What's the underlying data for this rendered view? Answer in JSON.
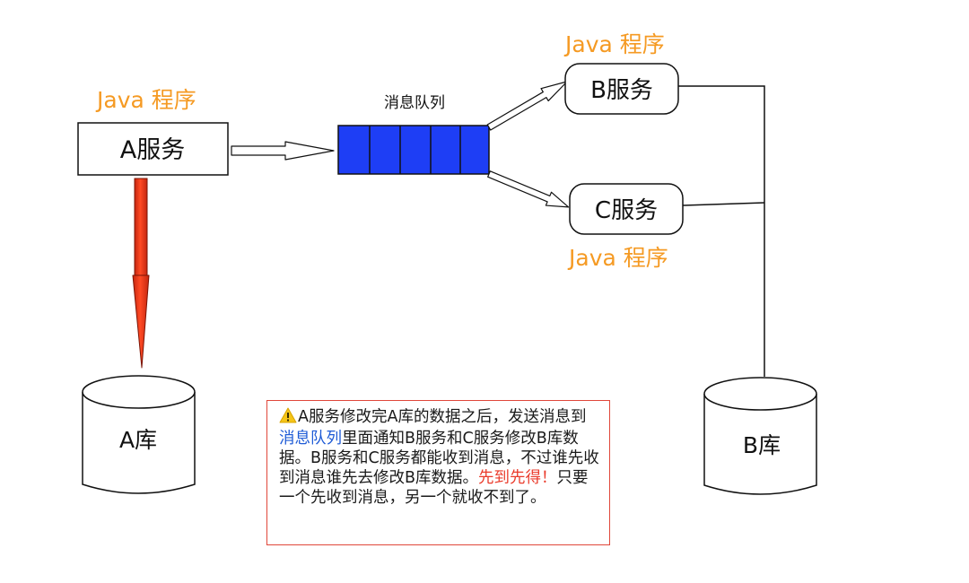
{
  "labels": {
    "java_a": "Java 程序",
    "java_b": "Java 程序",
    "java_c": "Java 程序",
    "service_a": "A服务",
    "service_b": "B服务",
    "service_c": "C服务",
    "queue_title": "消息队列",
    "db_a": "A库",
    "db_b": "B库"
  },
  "note": {
    "part1": "A服务修改完A库的数据之后，发送消息到",
    "highlight_queue": "消息队列",
    "part2": "里面通知B服务和C服务修改B库数据。B服务和C服务都能收到消息，不过谁先收到消息谁先去修改B库数据。",
    "highlight_first": "先到先得！",
    "part3": "只要一个先收到消息，另一个就收不到了。"
  },
  "colors": {
    "java_label": "#f59a23",
    "queue_fill": "#1e3ef5",
    "arrow_red": "#ef3a1c",
    "note_border": "#e0473a",
    "note_blue": "#1e5bd6",
    "note_red": "#ea3a2a",
    "warning_yellow": "#f5c518"
  }
}
